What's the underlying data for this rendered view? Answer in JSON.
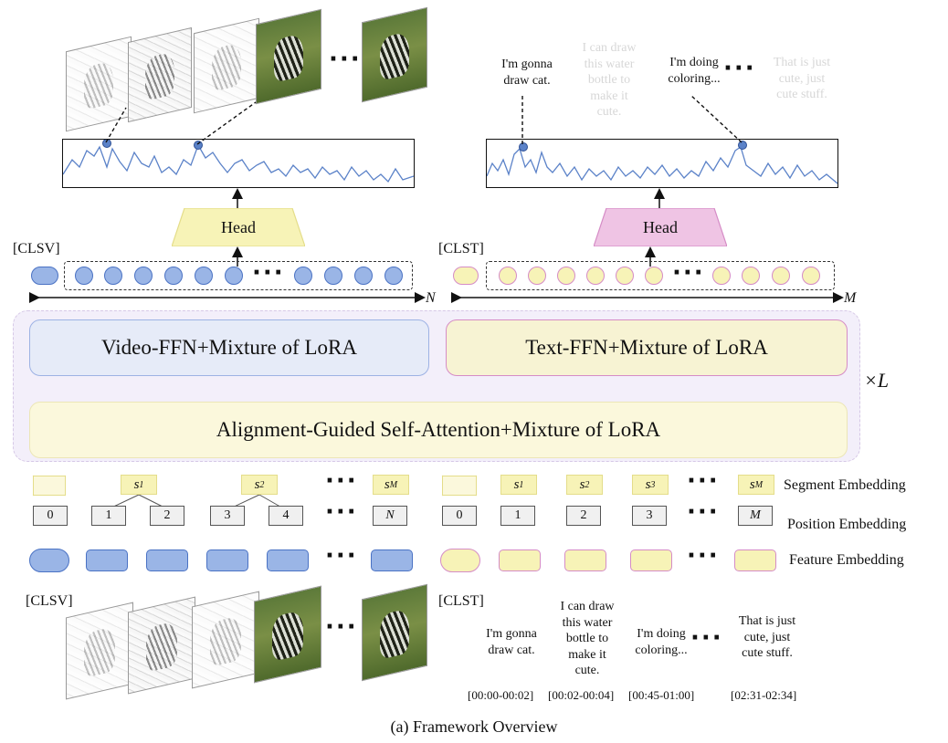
{
  "caption": "(a) Framework Overview",
  "modules": {
    "video_ffn": "Video-FFN+Mixture of LoRA",
    "text_ffn": "Text-FFN+Mixture of LoRA",
    "attention": "Alignment-Guided Self-Attention+Mixture of LoRA",
    "repeat": "×L"
  },
  "heads": {
    "video": "Head",
    "text": "Head"
  },
  "cls": {
    "video": "[CLSV]",
    "text": "[CLST]"
  },
  "lengths": {
    "video": "N",
    "text": "M"
  },
  "ellipsis": "···",
  "embedding_labels": {
    "segment": "Segment Embedding",
    "position": "Position Embedding",
    "feature": "Feature Embedding"
  },
  "segments": {
    "video": [
      {
        "base": "s",
        "sub": "1"
      },
      {
        "base": "s",
        "sub": "2"
      },
      {
        "base": "s",
        "sub": "M"
      }
    ],
    "text": [
      {
        "base": "s",
        "sub": "1"
      },
      {
        "base": "s",
        "sub": "2"
      },
      {
        "base": "s",
        "sub": "3"
      },
      {
        "base": "s",
        "sub": "M"
      }
    ]
  },
  "positions": {
    "video": [
      "0",
      "1",
      "2",
      "3",
      "4",
      "N"
    ],
    "text": [
      "0",
      "1",
      "2",
      "3",
      "M"
    ]
  },
  "subtitles_top": {
    "highlight_1": "I'm gonna\ndraw cat.",
    "faded_1": "I can draw\nthis water\nbottle to\nmake it\ncute.",
    "highlight_2": "I'm doing\ncoloring...",
    "faded_2": "That is just\ncute, just\ncute stuff."
  },
  "subtitles_bottom": [
    "I'm gonna\ndraw cat.",
    "I can draw\nthis water\nbottle to\nmake it\ncute.",
    "I'm doing\ncoloring...",
    "That is just\ncute, just\ncute stuff."
  ],
  "timestamps": [
    "[00:00-00:02]",
    "[00:02-00:04]",
    "[00:45-01:00]",
    "[02:31-02:34]"
  ],
  "colors": {
    "video_accent": "#9ab5e6",
    "video_border": "#4a72c4",
    "text_accent": "#f7f3b7",
    "text_border": "#d58cc6",
    "head_video": "#f7f3b7",
    "head_text": "#efc4e4",
    "module_bg": "#f3effa",
    "line_plot": "#5b82c8"
  },
  "icons": {
    "video_frames": "video-frame-thumbnail",
    "saliency_curve": "saliency-line-chart",
    "highlight_marker": "highlight-dot"
  }
}
